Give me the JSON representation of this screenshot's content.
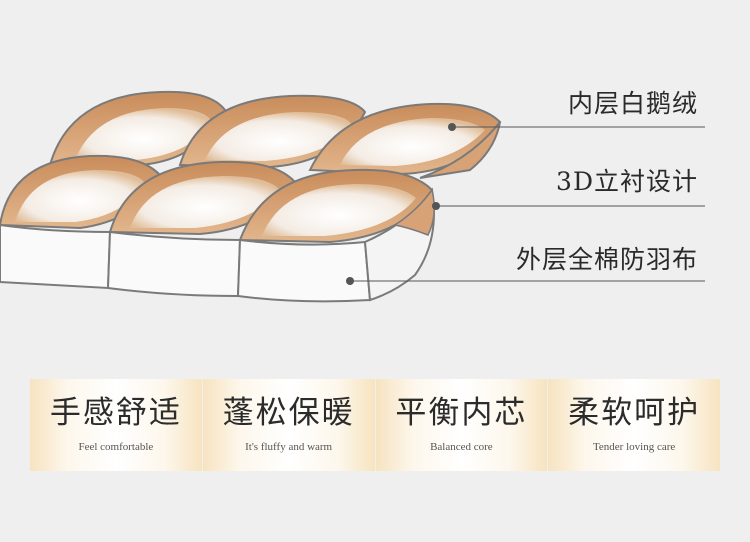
{
  "callouts": [
    {
      "label": "内层白鹅绒"
    },
    {
      "label": "3D立衬设计"
    },
    {
      "label": "外层全棉防羽布"
    }
  ],
  "features": [
    {
      "title": "手感舒适",
      "subtitle": "Feel comfortable"
    },
    {
      "title": "蓬松保暖",
      "subtitle": "It's fluffy and warm"
    },
    {
      "title": "平衡内芯",
      "subtitle": "Balanced core"
    },
    {
      "title": "柔软呵护",
      "subtitle": "Tender loving care"
    }
  ],
  "colors": {
    "background": "#efefef",
    "tan_layer": "#d9a476",
    "outline": "#8a8a8a",
    "gold_gradient": "#f7e3c0"
  }
}
